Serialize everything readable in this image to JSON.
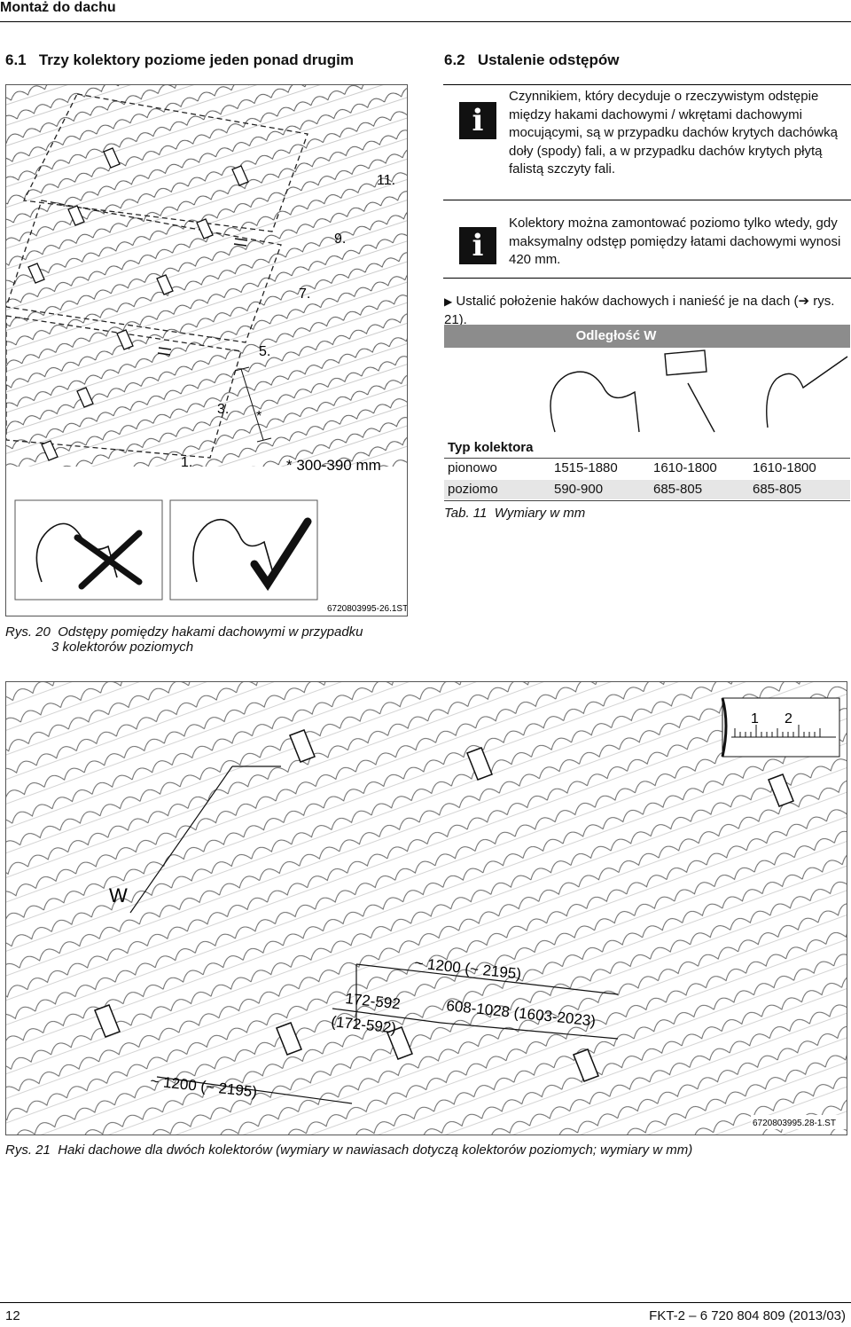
{
  "header": {
    "section": "Montaż do dachu"
  },
  "section_61": {
    "number": "6.1",
    "title": "Trzy kolektory poziome jeden ponad drugim"
  },
  "section_62": {
    "number": "6.2",
    "title": "Ustalenie odstępów"
  },
  "fig20": {
    "labels": [
      "11.",
      "9.",
      "7.",
      "5.",
      "3.",
      "1."
    ],
    "dim": "* 300-390 mm",
    "star": "*",
    "code": "6720803995-26.1ST",
    "caption_num": "Rys. 20",
    "caption": "Odstępy pomiędzy hakami dachowymi w przypadku",
    "caption2": "3 kolektorów poziomych"
  },
  "info1": "Czynnikiem, który decyduje o rzeczywistym odstępie między hakami dachowymi / wkrętami dachowymi mocującymi, są w przypadku dachów krytych dachówką doły (spody) fali, a w przypadku dachów krytych płytą falistą szczyty fali.",
  "info2": "Kolektory można zamontować poziomo tylko wtedy, gdy maksymalny odstęp pomiędzy łatami dachowymi wynosi 420 mm.",
  "instruction": "Ustalić położenie haków dachowych i nanieść je na dach (➔ rys. 21).",
  "table": {
    "title": "Odległość W",
    "header": "Typ kolektora",
    "rows": [
      {
        "label": "pionowo",
        "values": [
          "1515-1880",
          "1610-1800",
          "1610-1800"
        ]
      },
      {
        "label": "poziomo",
        "values": [
          "590-900",
          "685-805",
          "685-805"
        ]
      }
    ],
    "caption_num": "Tab. 11",
    "caption": "Wymiary w mm"
  },
  "fig21": {
    "w_label": "W",
    "dim_top": "~ 1200 (~ 2195)",
    "dim_left_a": "172-592",
    "dim_left_b": "(172-592)",
    "dim_right": "608-1028 (1603-2023)",
    "dim_bottom": "~ 1200 (~ 2195)",
    "ruler_1": "1",
    "ruler_2": "2",
    "code": "6720803995.28-1.ST",
    "caption_num": "Rys. 21",
    "caption": "Haki dachowe dla dwóch kolektorów (wymiary w nawiasach dotyczą kolektorów poziomych; wymiary w mm)"
  },
  "footer": {
    "page": "12",
    "doc": "FKT-2 – 6 720 804 809 (2013/03)"
  }
}
